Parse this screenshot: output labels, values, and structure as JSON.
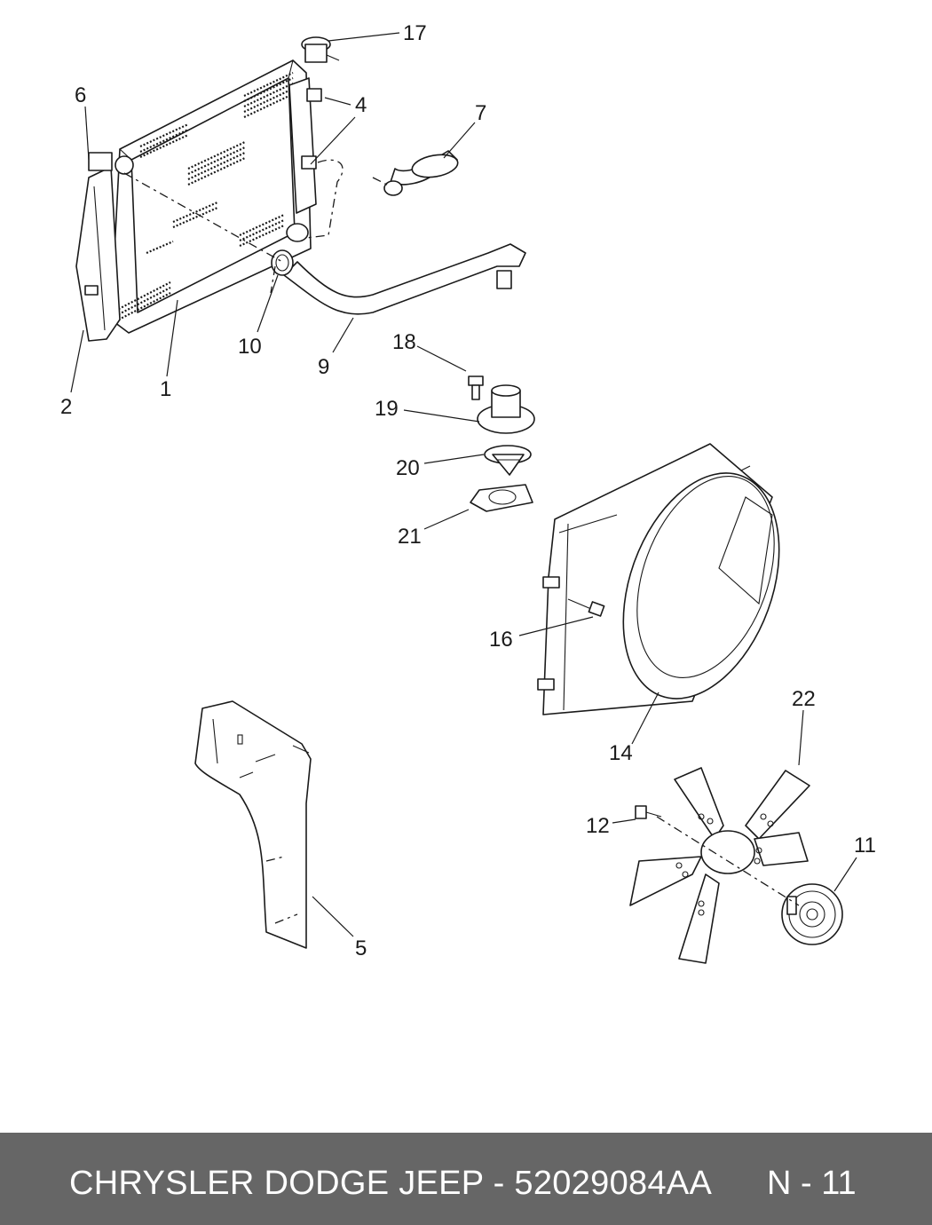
{
  "footer": {
    "title": "CHRYSLER DODGE JEEP - 52029084AA",
    "page": "N - 11"
  },
  "callouts": {
    "c1": "1",
    "c2": "2",
    "c4": "4",
    "c5": "5",
    "c6": "6",
    "c7": "7",
    "c9": "9",
    "c10": "10",
    "c11": "11",
    "c12": "12",
    "c14": "14",
    "c16": "16",
    "c17": "17",
    "c18": "18",
    "c19": "19",
    "c20": "20",
    "c21": "21",
    "c22": "22"
  }
}
